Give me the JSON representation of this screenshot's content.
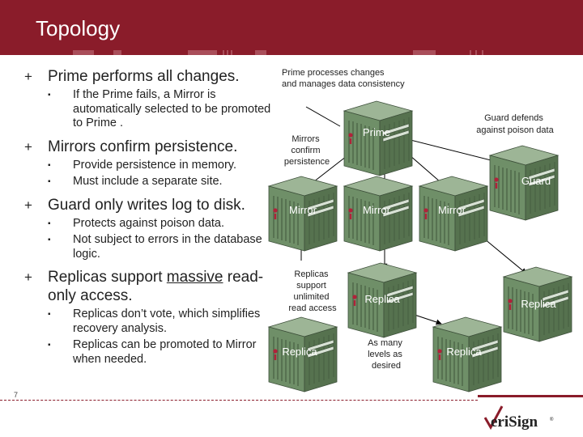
{
  "slide": {
    "title": "Topology",
    "page_number": "7"
  },
  "bullets": {
    "prime": {
      "text": "Prime performs all changes.",
      "subs": [
        "If the Prime fails, a Mirror is automatically selected to be promoted to Prime ."
      ]
    },
    "mirrors": {
      "text": "Mirrors confirm persistence.",
      "subs": [
        "Provide persistence in memory.",
        "Must include a separate site."
      ]
    },
    "guard": {
      "text": "Guard only writes log to disk.",
      "subs": [
        "Protects against poison data.",
        "Not subject to errors in the database logic."
      ]
    },
    "replicas": {
      "text_before": "Replicas support ",
      "text_underlined": "massive",
      "text_after": " read-only access.",
      "subs": [
        "Replicas don’t vote, which simplifies recovery analysis.",
        "Replicas can be promoted to Mirror when needed."
      ]
    }
  },
  "diagram": {
    "annotations": {
      "prime": [
        "Prime processes changes",
        "and manages data consistency"
      ],
      "guard": [
        "Guard defends",
        "against poison data"
      ],
      "mirrors": [
        "Mirrors",
        "confirm",
        "persistence"
      ],
      "replicas": [
        "Replicas",
        "support",
        "unlimited",
        "read access"
      ],
      "as_many": [
        "As many",
        "levels as",
        "desired"
      ]
    },
    "server_labels": {
      "prime": "Prime",
      "guard": "Guard",
      "mirror1": "Mirror",
      "mirror2": "Mirror",
      "mirror3": "Mirror",
      "replica1": "Replica",
      "replica2": "Replica",
      "replica3": "Replica",
      "replica4": "Replica"
    }
  },
  "logo": {
    "brand": "VeriSign",
    "icon": "checkmark-logo-icon"
  },
  "colors": {
    "header": "#8a1c2a",
    "server_body": "#6f8f68",
    "server_label": "#ffffff"
  }
}
